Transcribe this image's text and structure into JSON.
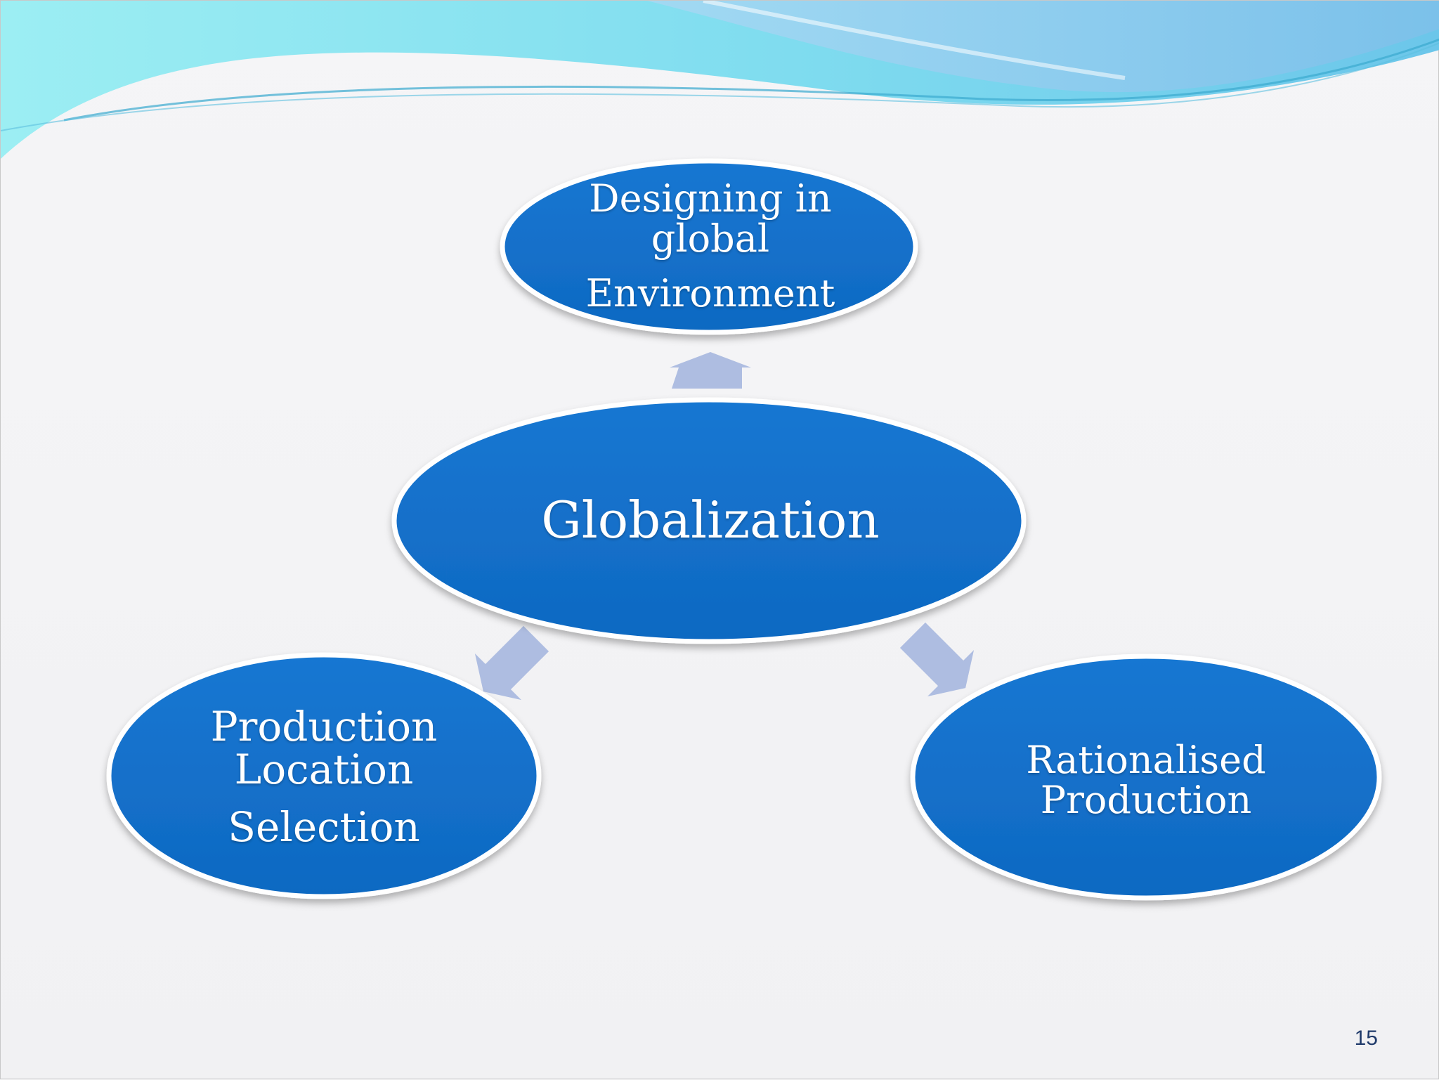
{
  "colors": {
    "node_fill": "#1473cc",
    "node_edge": "#ffffff",
    "arrow_fill": "#aab9df",
    "wave_light": "#8fe3ef",
    "wave_mid": "#5cc7e6",
    "wave_deep": "#8cc6ee"
  },
  "nodes": {
    "center": {
      "label": "Globalization"
    },
    "top": {
      "line1": "Designing in",
      "line2": "global",
      "line3": "Environment"
    },
    "left": {
      "line1": "Production",
      "line2": "Location",
      "line3": "Selection"
    },
    "right": {
      "line1": "Rationalised",
      "line2": "Production"
    }
  },
  "page_number": "15"
}
